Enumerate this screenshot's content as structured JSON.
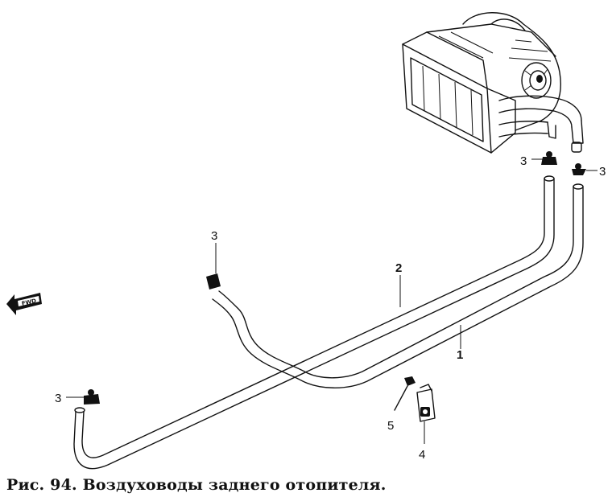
{
  "figure": {
    "caption": "Рис. 94. Воздуховоды заднего отопителя.",
    "fwd_label": "FWD",
    "callouts": [
      {
        "id": "callout-3-top-left",
        "text": "3"
      },
      {
        "id": "callout-3-top-right-a",
        "text": "3"
      },
      {
        "id": "callout-3-top-right-b",
        "text": "3"
      },
      {
        "id": "callout-3-bottom-left",
        "text": "3"
      },
      {
        "id": "callout-2",
        "text": "2"
      },
      {
        "id": "callout-1",
        "text": "1"
      },
      {
        "id": "callout-5",
        "text": "5"
      },
      {
        "id": "callout-4",
        "text": "4"
      }
    ],
    "ink_color": "#111111",
    "background_color": "#ffffff"
  }
}
